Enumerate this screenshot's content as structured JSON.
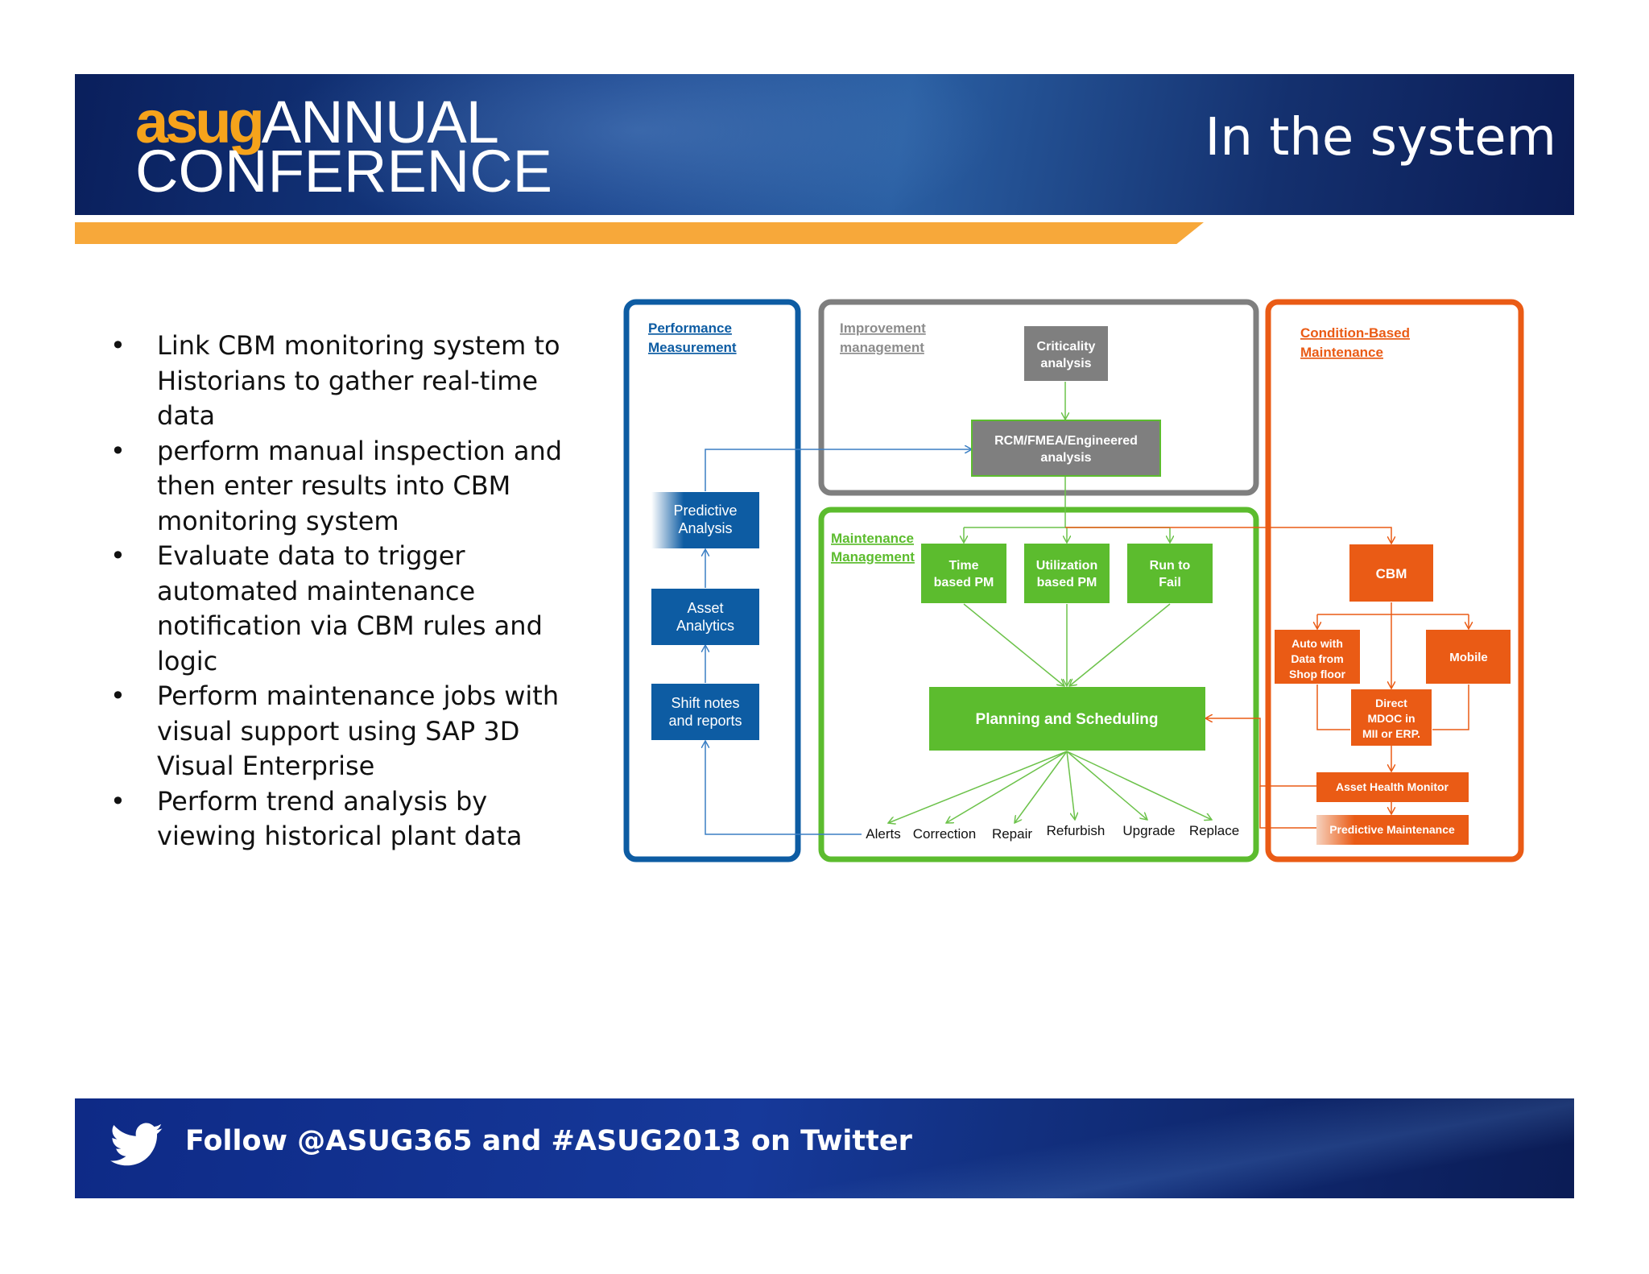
{
  "header": {
    "logo_asug": "asug",
    "logo_annual": "ANNUAL",
    "logo_conference": "CONFERENCE",
    "title": "In the system"
  },
  "bullets": [
    "Link CBM monitoring system to Historians to gather real-time data",
    "perform manual inspection and then enter results into CBM monitoring system",
    "Evaluate data to trigger automated maintenance notification via CBM rules and logic",
    "Perform maintenance jobs with visual support using SAP 3D Visual Enterprise",
    "Perform trend analysis by viewing historical plant data"
  ],
  "diagram": {
    "performance": {
      "title_line1": "Performance",
      "title_line2": "Measurement",
      "predictive_line1": "Predictive",
      "predictive_line2": "Analysis",
      "asset_line1": "Asset",
      "asset_line2": "Analytics",
      "shift_line1": "Shift notes",
      "shift_line2": "and reports"
    },
    "improvement": {
      "title_line1": "Improvement",
      "title_line2": "management",
      "criticality_line1": "Criticality",
      "criticality_line2": "analysis",
      "rcm_line1": "RCM/FMEA/Engineered",
      "rcm_line2": "analysis"
    },
    "maintenance": {
      "title_line1": "Maintenance",
      "title_line2": "Management",
      "time_line1": "Time",
      "time_line2": "based PM",
      "util_line1": "Utilization",
      "util_line2": "based PM",
      "run_line1": "Run to",
      "run_line2": "Fail",
      "planning": "Planning and Scheduling",
      "outputs": [
        "Alerts",
        "Correction",
        "Repair",
        "Refurbish",
        "Upgrade",
        "Replace"
      ]
    },
    "cbm_section": {
      "title_line1": "Condition-Based",
      "title_line2": "Maintenance",
      "cbm": "CBM",
      "auto_line1": "Auto  with",
      "auto_line2": "Data from",
      "auto_line3": "Shop floor",
      "mobile": "Mobile",
      "direct_line1": "Direct",
      "direct_line2": "MDOC in",
      "direct_line3": "MII or ERP.",
      "asset_health": "Asset Health Monitor",
      "predictive_maint": "Predictive Maintenance"
    },
    "colors": {
      "blue": "#0d5ca3",
      "gray": "#7f7f7f",
      "green": "#5cbc2e",
      "orange": "#ea5b15"
    }
  },
  "footer": {
    "text": "Follow @ASUG365 and #ASUG2013 on Twitter"
  }
}
